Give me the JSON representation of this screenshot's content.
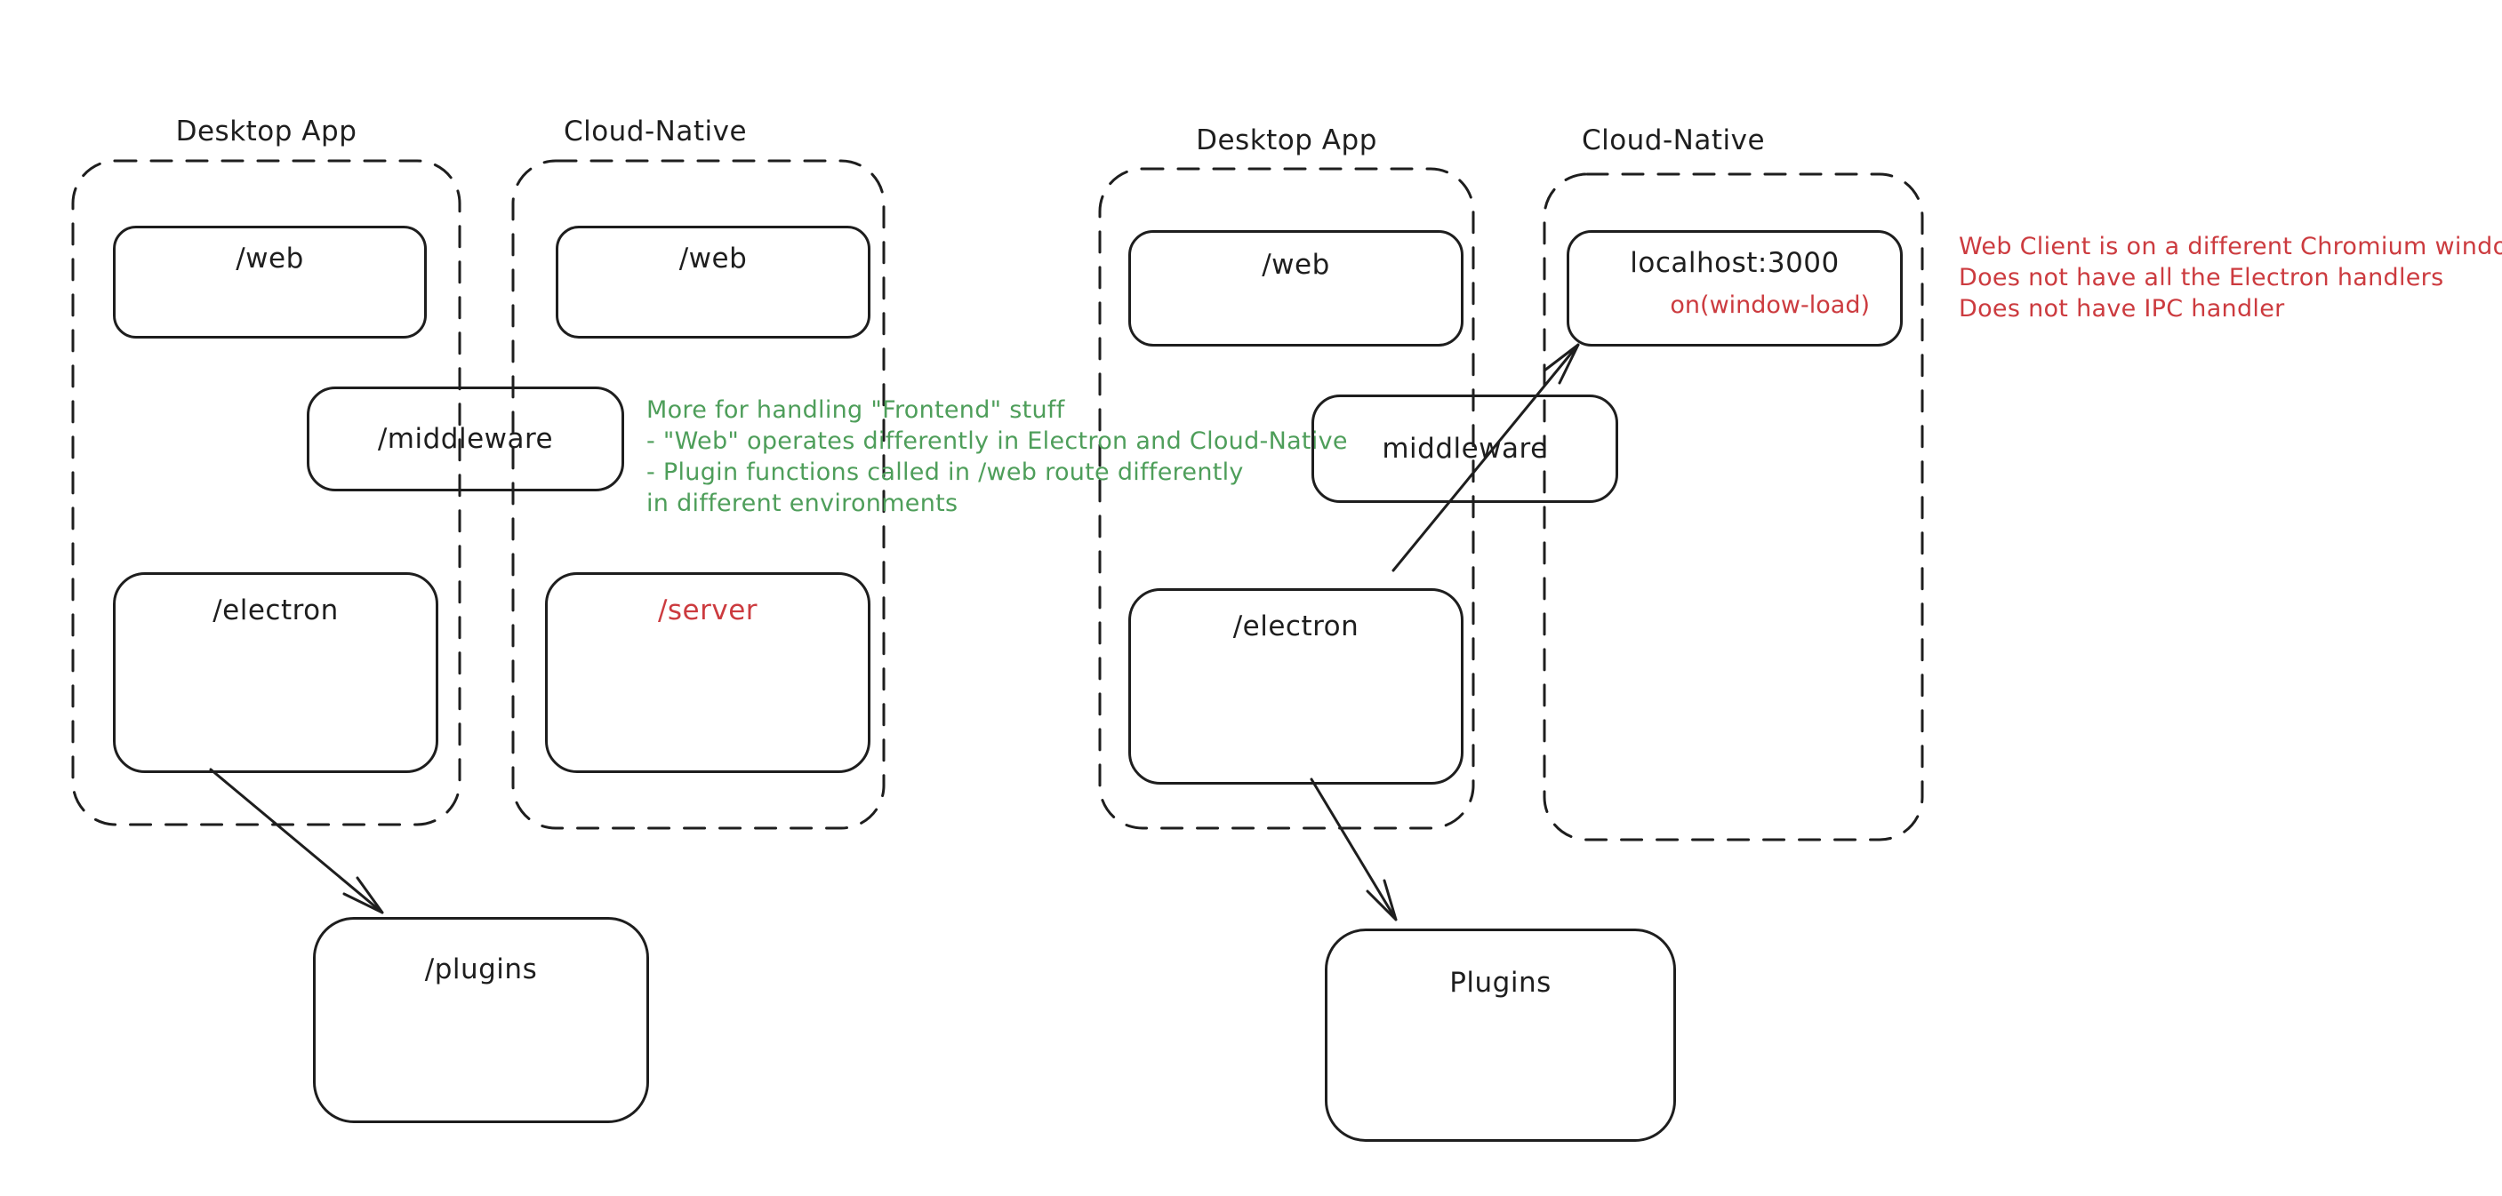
{
  "colors": {
    "background": "#ffffff",
    "stroke": "#1e1e1e",
    "green_note": "#4e9e5a",
    "red_note": "#cc3b3f"
  },
  "left": {
    "desktop_label": "Desktop App",
    "cloud_label": "Cloud-Native",
    "web_desktop": "/web",
    "web_cloud": "/web",
    "middleware": "/middleware",
    "electron": "/electron",
    "server": "/server",
    "plugins": "/plugins",
    "green_note_lines": [
      "More for handling \"Frontend\" stuff",
      "- \"Web\" operates differently in Electron and Cloud-Native",
      "- Plugin functions called in /web route differently",
      "in different environments"
    ]
  },
  "right": {
    "desktop_label": "Desktop App",
    "cloud_label": "Cloud-Native",
    "web": "/web",
    "localhost": "localhost:3000",
    "on_window_load": "on(window-load)",
    "middleware": "middleware",
    "electron": "/electron",
    "plugins": "Plugins",
    "red_note_lines": [
      "Web Client is on a different Chromium window",
      "Does not have all the Electron handlers",
      "Does not have IPC handler"
    ]
  }
}
